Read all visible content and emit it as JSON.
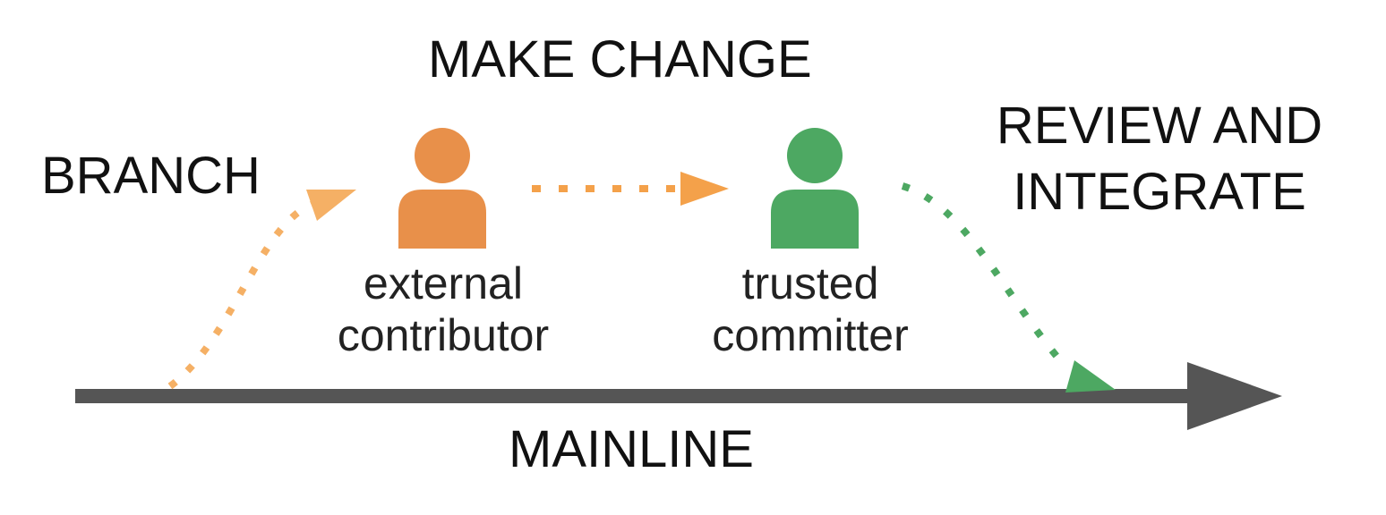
{
  "labels": {
    "make_change": "MAKE CHANGE",
    "branch": "BRANCH",
    "review_line1": "REVIEW AND",
    "review_line2": "INTEGRATE",
    "mainline": "MAINLINE"
  },
  "actors": {
    "external": {
      "line1": "external",
      "line2": "contributor"
    },
    "trusted": {
      "line1": "trusted",
      "line2": "committer"
    }
  },
  "colors": {
    "orange_person": "#e8904a",
    "orange_arrow": "#f4a14a",
    "orange_branch": "#f5b065",
    "green": "#4da862",
    "mainline": "#555555",
    "text": "#111111"
  },
  "icons": {
    "external": "person-icon",
    "trusted": "person-icon"
  }
}
